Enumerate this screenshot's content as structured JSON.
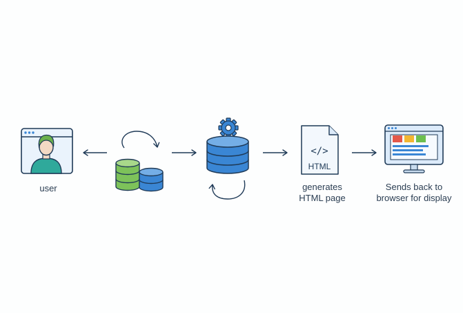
{
  "colors": {
    "stroke": "#1f3a57",
    "blue": "#3a86d4",
    "blue_light": "#dcebfa",
    "green": "#7dc25a",
    "green_light": "#e2f3d6",
    "person_skin": "#f3d9c4",
    "person_hair": "#6ab04c",
    "person_shirt": "#2fa99b",
    "screen_red": "#e4584a",
    "screen_yellow": "#f2b632",
    "screen_green": "#6cbf4f"
  },
  "nodes": {
    "user": {
      "icon": "user-browser-icon",
      "label": "user"
    },
    "databases": {
      "icon": "database-stack-icon"
    },
    "server": {
      "icon": "server-gear-icon"
    },
    "html": {
      "icon": "html-file-icon",
      "badge": "</>",
      "file_text": "HTML",
      "label": "generates\nHTML page"
    },
    "display": {
      "icon": "monitor-display-icon",
      "label": "Sends back to\nbrowser for display"
    }
  },
  "edges": [
    {
      "from": "databases",
      "to": "user",
      "icon": "arrow-left-icon"
    },
    {
      "from": "databases",
      "to": "server",
      "icon": "arrow-right-icon"
    },
    {
      "from": "server",
      "to": "html",
      "icon": "arrow-right-icon"
    },
    {
      "from": "html",
      "to": "display",
      "icon": "arrow-right-icon"
    }
  ]
}
